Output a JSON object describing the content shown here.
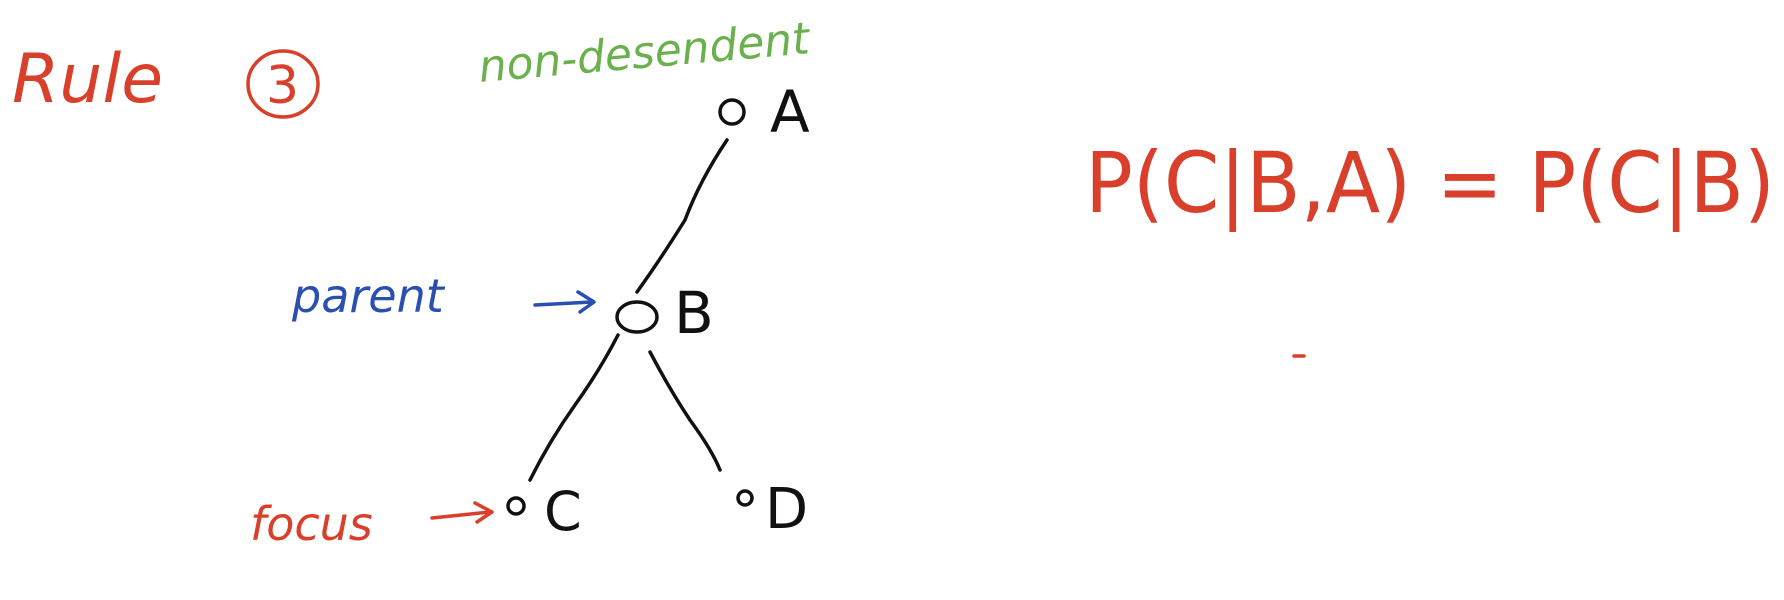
{
  "title": {
    "rule_label": "Rule",
    "rule_number": "3"
  },
  "labels": {
    "non_descendant": "non-desendent",
    "parent": "parent",
    "focus": "focus"
  },
  "nodes": {
    "a": "A",
    "b": "B",
    "c": "C",
    "d": "D"
  },
  "equation": "P(C|B,A) = P(C|B)",
  "colors": {
    "red": "#d9402b",
    "green": "#6ab04c",
    "blue": "#2a4fb0",
    "black": "#111111"
  }
}
